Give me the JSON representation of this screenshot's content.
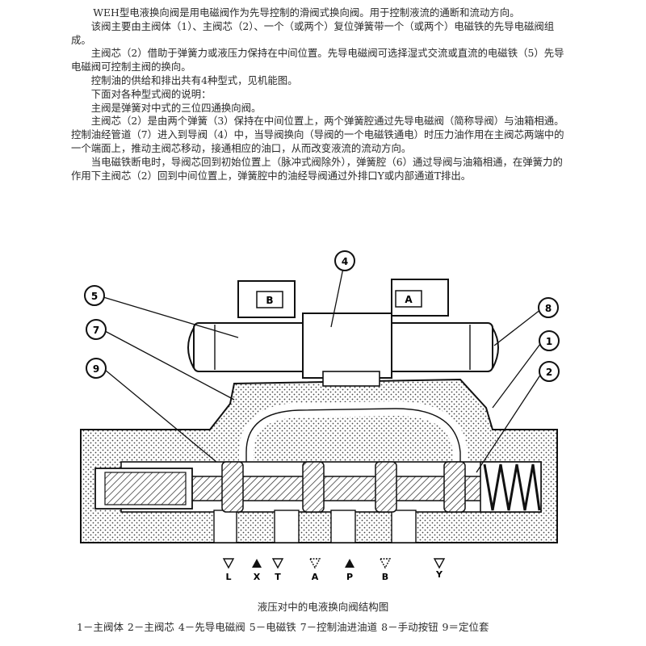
{
  "paragraphs": [
    "WEH型电液换向阀是用电磁阀作为先导控制的滑阀式换向阀。用于控制液流的通断和流动方向。",
    "该阀主要由主阀体（1）、主阀芯（2）、一个（或两个）复位弹簧带一个（或两个）电磁铁的先导电磁阀组成。",
    "主阀芯（2）借助于弹簧力或液压力保持在中间位置。先导电磁阀可选择湿式交流或直流的电磁铁（5）先导电磁阀可控制主阀的换向。",
    "控制油的供给和排出共有4种型式，见机能图。",
    "下面对各种型式阀的说明：",
    "主阀是弹簧对中式的三位四通换向阀。",
    "主阀芯（2）是由两个弹簧（3）保持在中间位置上，两个弹簧腔通过先导电磁阀（简称导阀）与油箱相通。控制油经管道（7）进入到导阀（4）中，当导阀换向（导阀的一个电磁铁通电）时压力油作用在主阀芯两端中的一个端面上，推动主阀芯移动，接通相应的油口，从而改变液流的流动方向。",
    "当电磁铁断电时，导阀芯回到初始位置上（脉冲式阀除外），弹簧腔（6）通过导阀与油箱相通，在弹簧力的作用下主阀芯（2）回到中间位置上，弹簧腔中的油经导阀通过外排口Y或内部通道T排出。"
  ],
  "figure": {
    "callouts": [
      "5",
      "7",
      "9",
      "4",
      "8",
      "1",
      "2"
    ],
    "solenoid_left": "B",
    "solenoid_right": "A",
    "ports": [
      "L",
      "X",
      "T",
      "A",
      "P",
      "B",
      "Y"
    ]
  },
  "caption": "液压对中的电液换向阀结构图",
  "legend": "1－主阀体  2－主阀芯 4－先导电磁阀 5－电磁铁 7－控制油进油道  8－手动按钮  9＝定位套"
}
